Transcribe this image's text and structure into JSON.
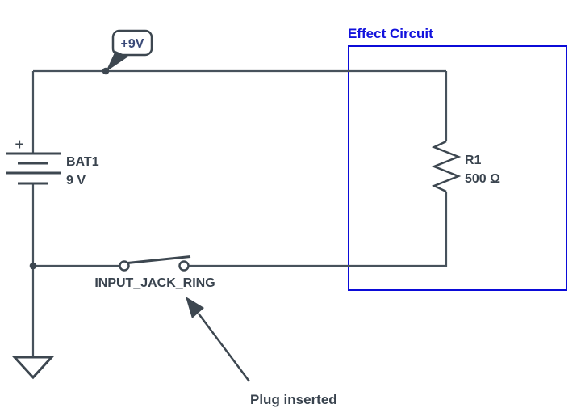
{
  "colors": {
    "background": "#ffffff",
    "wire": "#47525c",
    "component": "#3d4750",
    "label_text": "#39434e",
    "net_flag_text": "#3a4a78",
    "box_stroke": "#0b0bd8",
    "box_title": "#1212dd"
  },
  "schematic": {
    "net_flag": {
      "label": "+9V"
    },
    "battery": {
      "plus_sign": "+",
      "designator": "BAT1",
      "value": "9 V"
    },
    "effect_box": {
      "title": "Effect Circuit"
    },
    "resistor": {
      "designator": "R1",
      "value": "500 Ω"
    },
    "switch": {
      "label": "INPUT_JACK_RING"
    },
    "annotation": {
      "label": "Plug inserted"
    }
  }
}
